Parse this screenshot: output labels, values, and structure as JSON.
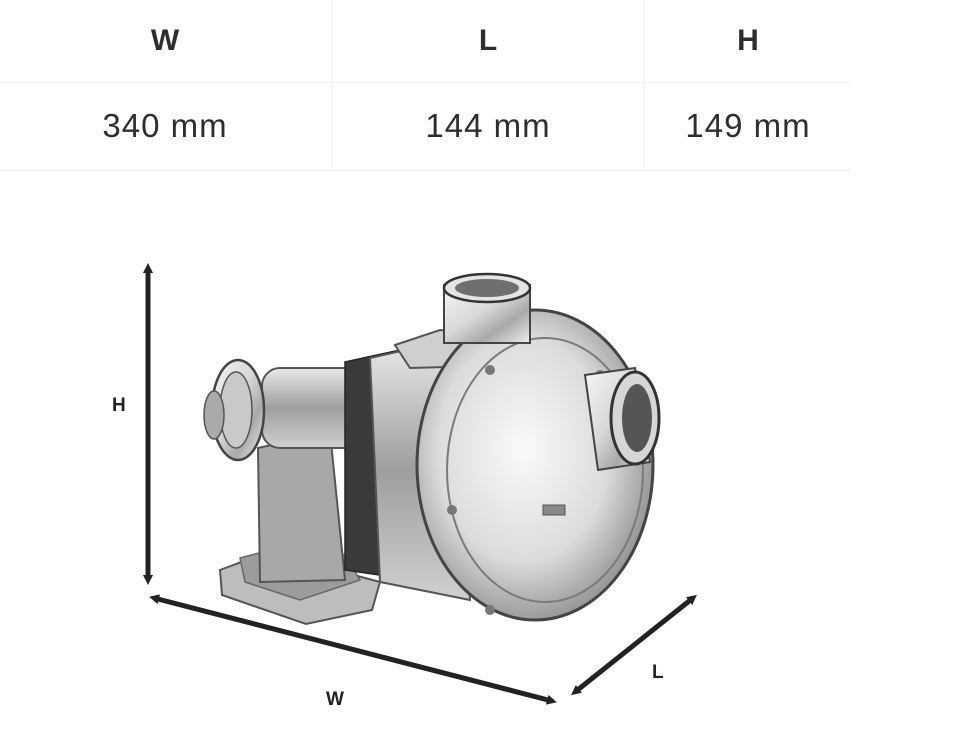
{
  "dimensions": {
    "width": {
      "label": "W",
      "value": "340 mm"
    },
    "length": {
      "label": "L",
      "value": "144 mm"
    },
    "height": {
      "label": "H",
      "value": "149 mm"
    }
  },
  "diagram": {
    "h_label": "H",
    "w_label": "W",
    "l_label": "L"
  }
}
